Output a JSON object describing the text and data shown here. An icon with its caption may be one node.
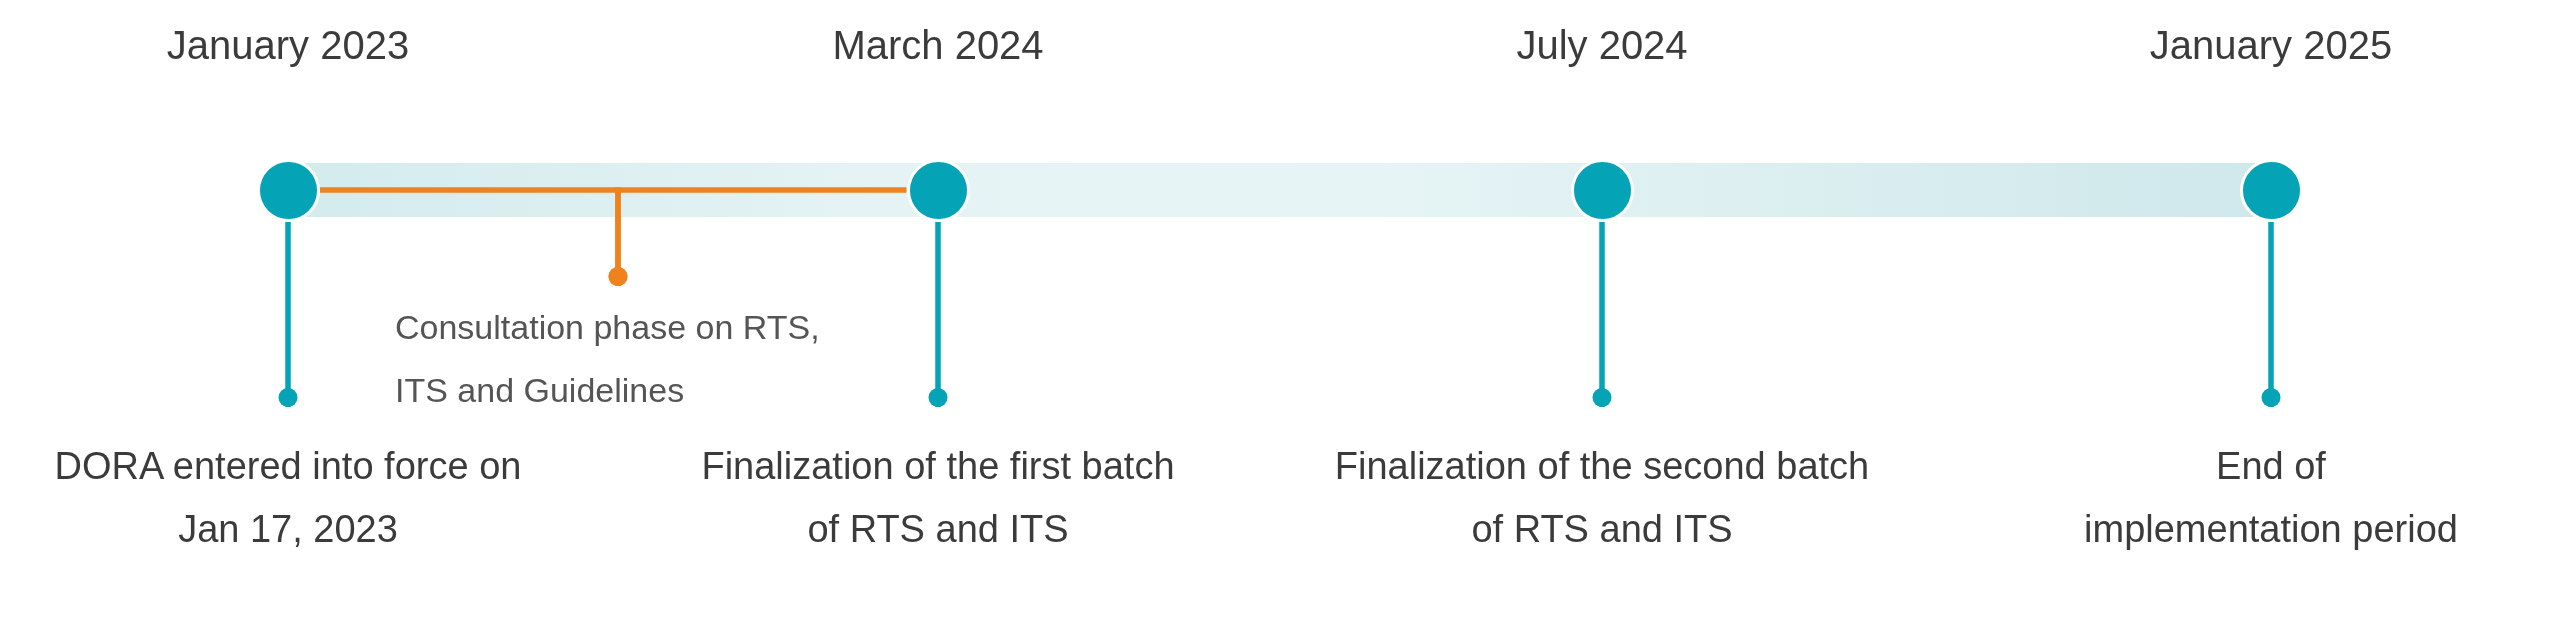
{
  "diagram": {
    "nodes": [
      {
        "text": [
          "January 2023"
        ]
      },
      {
        "text": [
          "March 2024"
        ]
      },
      {
        "text": [
          "July 2024"
        ]
      },
      {
        "text": [
          "January 2025"
        ]
      },
      {
        "text": [
          "Consultation phase on RTS, ITS and Guidelines"
        ]
      },
      {
        "text": [
          "DORA entered into force on Jan 17, 2023"
        ]
      },
      {
        "text": [
          "Finalization of the first batch of RTS and ITS"
        ]
      },
      {
        "text": [
          "Finalization of the second batch of RTS and ITS"
        ]
      },
      {
        "text": [
          "End of implementation period"
        ]
      }
    ],
    "edges": [
      {
        "from": 0,
        "to": 5,
        "arrow": "other"
      },
      {
        "from": 1,
        "to": 6,
        "arrow": "other"
      },
      {
        "from": 2,
        "to": 7,
        "arrow": "other"
      },
      {
        "from": 3,
        "to": 8,
        "arrow": "other"
      },
      {
        "from": 0,
        "to": 4,
        "arrow": "other",
        "color": "#f0821e"
      },
      {
        "from": 1,
        "to": 4,
        "arrow": "other",
        "color": "#f0821e"
      }
    ]
  }
}
